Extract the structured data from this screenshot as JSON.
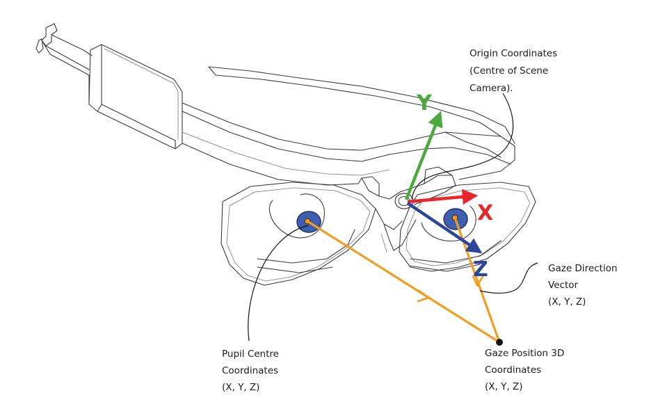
{
  "axes": {
    "x": {
      "letter": "X",
      "color": "#e8262b"
    },
    "y": {
      "letter": "Y",
      "color": "#4aaa3c"
    },
    "z": {
      "letter": "Z",
      "color": "#2d4597"
    }
  },
  "colors": {
    "gaze_ray": "#f39c1f",
    "pupil_fill": "#3e5fb0",
    "pupil_centre": "#e8952a",
    "outline": "#3a3a3a"
  },
  "labels": {
    "origin": [
      "Origin Coordinates",
      "(Centre of Scene",
      "Camera)."
    ],
    "gaze_direction": [
      "Gaze Direction",
      "Vector",
      "(X, Y, Z)"
    ],
    "pupil_centre": [
      "Pupil Centre",
      "Coordinates",
      "(X, Y, Z)"
    ],
    "gaze_position": [
      "Gaze Position 3D",
      "Coordinates",
      "(X, Y, Z)"
    ]
  }
}
